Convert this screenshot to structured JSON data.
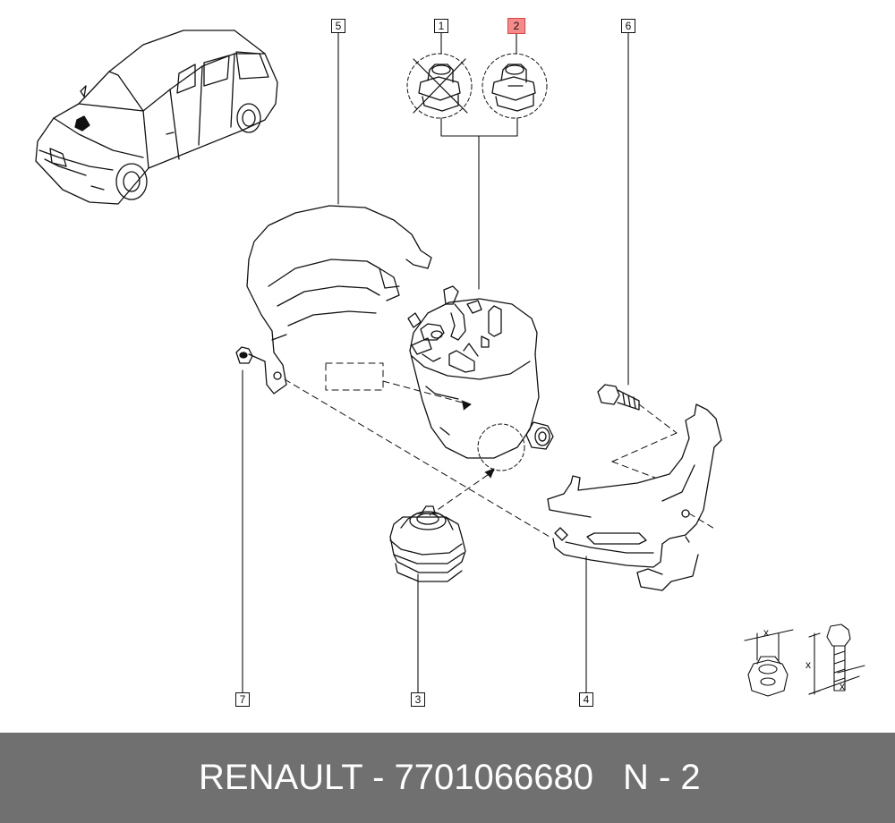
{
  "callouts": {
    "c1": "1",
    "c2": "2",
    "c3": "3",
    "c4": "4",
    "c5": "5",
    "c6": "6",
    "c7": "7"
  },
  "highlight_color": "#f48a8a",
  "fastener_legend": {
    "dim_mark": "x"
  },
  "footer": {
    "brand_part": "RENAULT - 7701066680",
    "page": "N - 2",
    "background": "#707070",
    "text_color": "#ffffff"
  }
}
